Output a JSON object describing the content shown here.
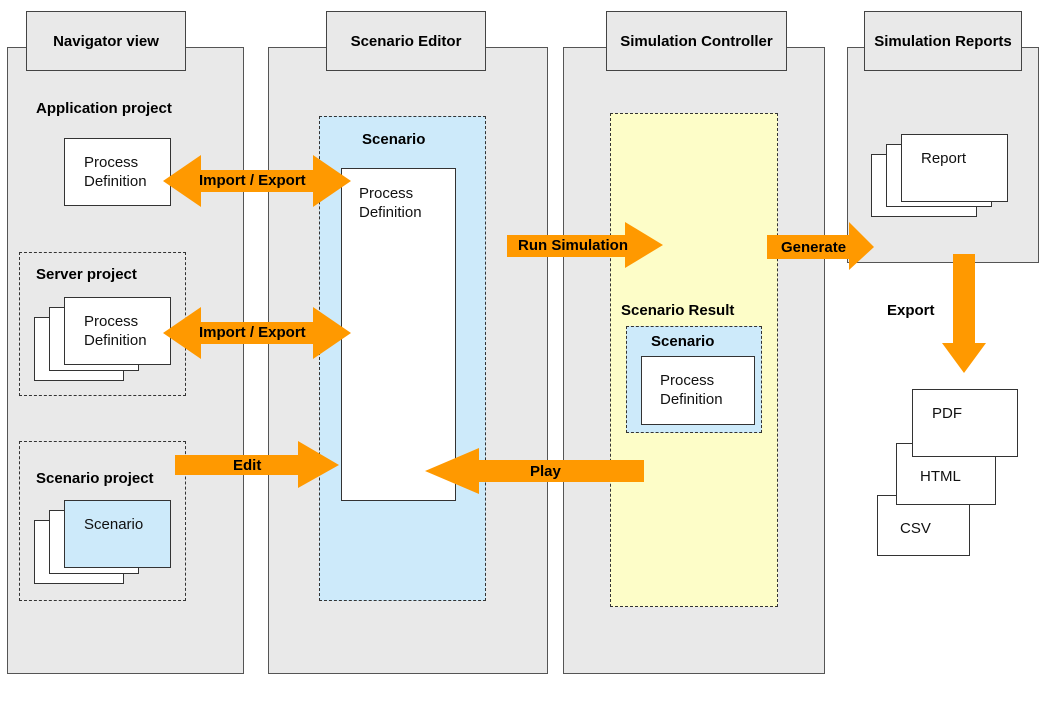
{
  "columns": {
    "navigator": {
      "title": "Navigator view"
    },
    "editor": {
      "title": "Scenario Editor"
    },
    "controller": {
      "title": "Simulation Controller"
    },
    "reports": {
      "title": "Simulation Reports"
    }
  },
  "navigator": {
    "application_project": {
      "label": "Application project",
      "doc_line1": "Process",
      "doc_line2": "Definition"
    },
    "server_project": {
      "label": "Server project",
      "doc_line1": "Process",
      "doc_line2": "Definition"
    },
    "scenario_project": {
      "label": "Scenario project",
      "doc": "Scenario"
    }
  },
  "editor": {
    "scenario_label": "Scenario",
    "doc_line1": "Process",
    "doc_line2": "Definition"
  },
  "controller": {
    "result_label": "Scenario Result",
    "scenario_label": "Scenario",
    "doc_line1": "Process",
    "doc_line2": "Definition"
  },
  "reports": {
    "report_doc": "Report",
    "export_label": "Export",
    "formats": [
      "PDF",
      "HTML",
      "CSV"
    ]
  },
  "arrows": {
    "import_export_1": "Import / Export",
    "import_export_2": "Import / Export",
    "edit": "Edit",
    "play": "Play",
    "run_simulation": "Run Simulation",
    "generate": "Generate"
  },
  "colors": {
    "arrow": "#ff9900",
    "column_bg": "#e9e9e9",
    "scenario_blue": "#cdeafa",
    "result_yellow": "#fdfdc8"
  }
}
